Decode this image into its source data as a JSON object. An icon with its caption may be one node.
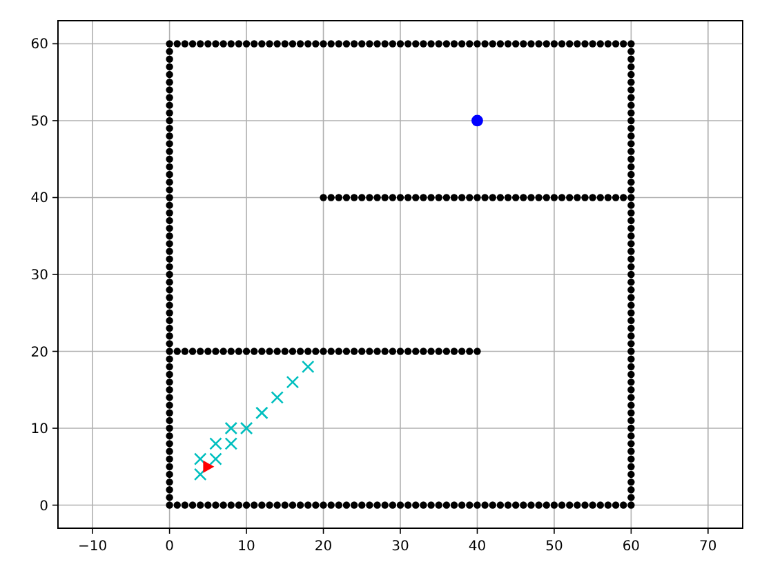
{
  "diagram": {
    "chart_data": {
      "type": "scatter",
      "xlim": [
        -14.5,
        74.5
      ],
      "ylim": [
        -3,
        63
      ],
      "xticks": [
        -10,
        0,
        10,
        20,
        30,
        40,
        50,
        60,
        70
      ],
      "yticks": [
        0,
        10,
        20,
        30,
        40,
        50,
        60
      ],
      "grid": true,
      "series": [
        {
          "color": "#000000",
          "x": [
            0,
            1,
            2,
            3,
            4,
            5,
            6,
            7,
            8,
            9,
            10,
            11,
            12,
            13,
            14,
            15,
            16,
            17,
            18,
            19,
            20,
            21,
            22,
            23,
            24,
            25,
            26,
            27,
            28,
            29,
            30,
            31,
            32,
            33,
            34,
            35,
            36,
            37,
            38,
            39,
            40,
            41,
            42,
            43,
            44,
            45,
            46,
            47,
            48,
            49,
            50,
            51,
            52,
            53,
            54,
            55,
            56,
            57,
            58,
            59,
            60,
            60,
            60,
            60,
            60,
            60,
            60,
            60,
            60,
            60,
            60,
            60,
            60,
            60,
            60,
            60,
            60,
            60,
            60,
            60,
            60,
            60,
            60,
            60,
            60,
            60,
            60,
            60,
            60,
            60,
            60,
            60,
            60,
            60,
            60,
            60,
            60,
            60,
            60,
            60,
            60,
            60,
            60,
            60,
            60,
            60,
            60,
            60,
            60,
            60,
            60,
            60,
            60,
            60,
            60,
            60,
            60,
            60,
            60,
            60,
            0,
            1,
            2,
            3,
            4,
            5,
            6,
            7,
            8,
            9,
            10,
            11,
            12,
            13,
            14,
            15,
            16,
            17,
            18,
            19,
            20,
            21,
            22,
            23,
            24,
            25,
            26,
            27,
            28,
            29,
            30,
            31,
            32,
            33,
            34,
            35,
            36,
            37,
            38,
            39,
            40,
            41,
            42,
            43,
            44,
            45,
            46,
            47,
            48,
            49,
            50,
            51,
            52,
            53,
            54,
            55,
            56,
            57,
            58,
            59,
            60,
            0,
            0,
            0,
            0,
            0,
            0,
            0,
            0,
            0,
            0,
            0,
            0,
            0,
            0,
            0,
            0,
            0,
            0,
            0,
            0,
            0,
            0,
            0,
            0,
            0,
            0,
            0,
            0,
            0,
            0,
            0,
            0,
            0,
            0,
            0,
            0,
            0,
            0,
            0,
            0,
            0,
            0,
            0,
            0,
            0,
            0,
            0,
            0,
            0,
            0,
            0,
            0,
            0,
            0,
            0,
            0,
            0,
            0,
            0,
            1,
            2,
            3,
            4,
            5,
            6,
            7,
            8,
            9,
            10,
            11,
            12,
            13,
            14,
            15,
            16,
            17,
            18,
            19,
            20,
            21,
            22,
            23,
            24,
            25,
            26,
            27,
            28,
            29,
            30,
            31,
            32,
            33,
            34,
            35,
            36,
            37,
            38,
            39,
            40,
            20,
            21,
            22,
            23,
            24,
            25,
            26,
            27,
            28,
            29,
            30,
            31,
            32,
            33,
            34,
            35,
            36,
            37,
            38,
            39,
            40,
            41,
            42,
            43,
            44,
            45,
            46,
            47,
            48,
            49,
            50,
            51,
            52,
            53,
            54,
            55,
            56,
            57,
            58,
            59
          ],
          "values": [
            0,
            0,
            0,
            0,
            0,
            0,
            0,
            0,
            0,
            0,
            0,
            0,
            0,
            0,
            0,
            0,
            0,
            0,
            0,
            0,
            0,
            0,
            0,
            0,
            0,
            0,
            0,
            0,
            0,
            0,
            0,
            0,
            0,
            0,
            0,
            0,
            0,
            0,
            0,
            0,
            0,
            0,
            0,
            0,
            0,
            0,
            0,
            0,
            0,
            0,
            0,
            0,
            0,
            0,
            0,
            0,
            0,
            0,
            0,
            0,
            0,
            1,
            2,
            3,
            4,
            5,
            6,
            7,
            8,
            9,
            10,
            11,
            12,
            13,
            14,
            15,
            16,
            17,
            18,
            19,
            20,
            21,
            22,
            23,
            24,
            25,
            26,
            27,
            28,
            29,
            30,
            31,
            32,
            33,
            34,
            35,
            36,
            37,
            38,
            39,
            40,
            41,
            42,
            43,
            44,
            45,
            46,
            47,
            48,
            49,
            50,
            51,
            52,
            53,
            54,
            55,
            56,
            57,
            58,
            59,
            60,
            60,
            60,
            60,
            60,
            60,
            60,
            60,
            60,
            60,
            60,
            60,
            60,
            60,
            60,
            60,
            60,
            60,
            60,
            60,
            60,
            60,
            60,
            60,
            60,
            60,
            60,
            60,
            60,
            60,
            60,
            60,
            60,
            60,
            60,
            60,
            60,
            60,
            60,
            60,
            60,
            60,
            60,
            60,
            60,
            60,
            60,
            60,
            60,
            60,
            60,
            60,
            60,
            60,
            60,
            60,
            60,
            60,
            60,
            60,
            60,
            1,
            2,
            3,
            4,
            5,
            6,
            7,
            8,
            9,
            10,
            11,
            12,
            13,
            14,
            15,
            16,
            17,
            18,
            19,
            20,
            21,
            22,
            23,
            24,
            25,
            26,
            27,
            28,
            29,
            30,
            31,
            32,
            33,
            34,
            35,
            36,
            37,
            38,
            39,
            40,
            41,
            42,
            43,
            44,
            45,
            46,
            47,
            48,
            49,
            50,
            51,
            52,
            53,
            54,
            55,
            56,
            57,
            58,
            59,
            20,
            20,
            20,
            20,
            20,
            20,
            20,
            20,
            20,
            20,
            20,
            20,
            20,
            20,
            20,
            20,
            20,
            20,
            20,
            20,
            20,
            20,
            20,
            20,
            20,
            20,
            20,
            20,
            20,
            20,
            20,
            20,
            20,
            20,
            20,
            20,
            20,
            20,
            20,
            20,
            40,
            40,
            40,
            40,
            40,
            40,
            40,
            40,
            40,
            40,
            40,
            40,
            40,
            40,
            40,
            40,
            40,
            40,
            40,
            40,
            40,
            40,
            40,
            40,
            40,
            40,
            40,
            40,
            40,
            40,
            40,
            40,
            40,
            40,
            40,
            40,
            40,
            40,
            40,
            40
          ]
        },
        {
          "color": "#00bfbf",
          "x": [
            4,
            4,
            6,
            6,
            8,
            8,
            10,
            12,
            14,
            16,
            18
          ],
          "values": [
            4,
            6,
            6,
            8,
            8,
            10,
            10,
            12,
            14,
            16,
            18
          ]
        },
        {
          "color": "#ff0000",
          "x": [
            5
          ],
          "values": [
            5
          ]
        },
        {
          "color": "#0000ff",
          "x": [
            40
          ],
          "values": [
            50
          ]
        }
      ]
    }
  }
}
